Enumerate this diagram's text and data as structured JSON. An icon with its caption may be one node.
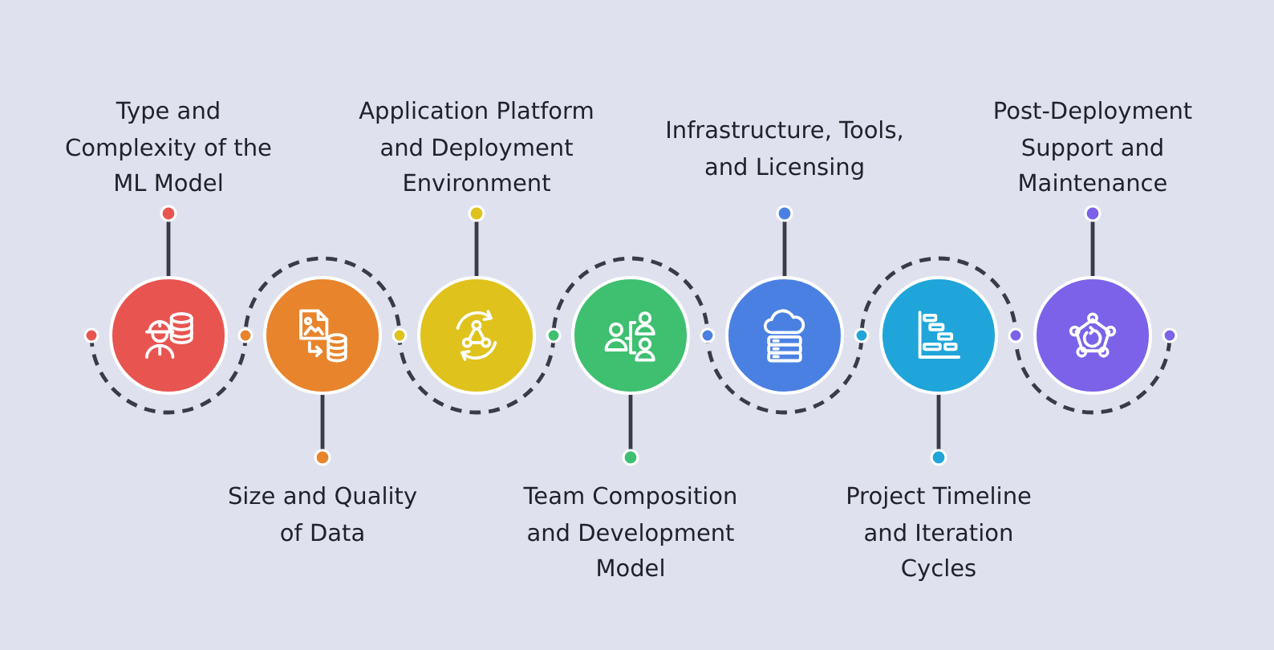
{
  "diagram": {
    "nodes": [
      {
        "text": [
          "Type and Complexity of the ML Model"
        ]
      },
      {
        "text": [],
        "shape": "circle"
      },
      {
        "text": [
          "Size and Quality of Data"
        ]
      },
      {
        "text": [],
        "shape": "circle"
      },
      {
        "text": [
          "Application Platform and Deployment Environment"
        ]
      },
      {
        "text": [],
        "shape": "circle"
      },
      {
        "text": [
          "Team Composition and Development Model"
        ]
      },
      {
        "text": [],
        "shape": "circle"
      },
      {
        "text": [
          "Infrastructure, Tools, and Licensing"
        ]
      },
      {
        "text": [],
        "shape": "circle"
      },
      {
        "text": [
          "Project Timeline and Iteration Cycles"
        ]
      },
      {
        "text": [],
        "shape": "circle"
      },
      {
        "text": [
          "Post-Deployment Support and Maintenance"
        ]
      },
      {
        "text": [],
        "shape": "circle"
      }
    ],
    "edges": [
      {
        "from": 0,
        "to": 1,
        "arrow": "other"
      },
      {
        "from": 2,
        "to": 3,
        "arrow": "other"
      },
      {
        "from": 4,
        "to": 5,
        "arrow": "other"
      },
      {
        "from": 6,
        "to": 7,
        "arrow": "other"
      },
      {
        "from": 8,
        "to": 9,
        "arrow": "other"
      },
      {
        "from": 10,
        "to": 11,
        "arrow": "other"
      },
      {
        "from": 12,
        "to": 13,
        "arrow": "other"
      }
    ]
  }
}
